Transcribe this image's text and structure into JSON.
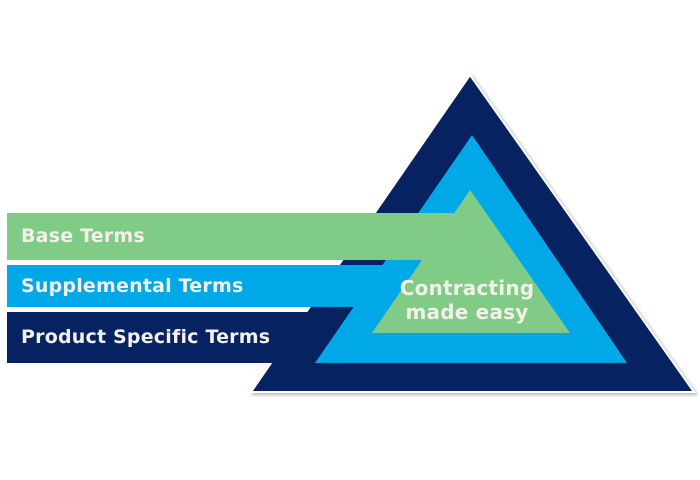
{
  "colors": {
    "navy": "#062260",
    "cyan": "#00A8E8",
    "green": "#80CC86",
    "label_text": "#F2F0E9",
    "background": "#FFFFFF"
  },
  "arrows": [
    {
      "label": "Base Terms",
      "color": "#80CC86"
    },
    {
      "label": "Supplemental Terms",
      "color": "#00A8E8"
    },
    {
      "label": "Product Specific Terms",
      "color": "#062260"
    }
  ],
  "pyramid": {
    "center_label": {
      "line1": "Contracting",
      "line2": "made easy"
    }
  }
}
